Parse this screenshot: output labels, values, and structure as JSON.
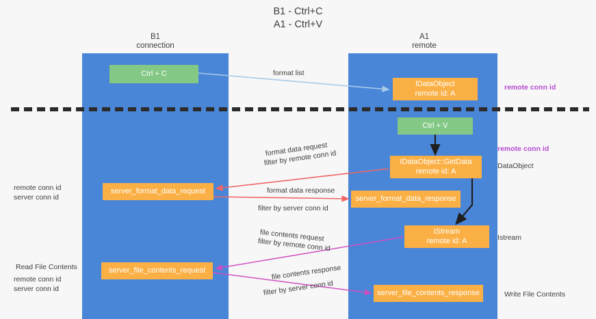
{
  "title": "B1 - Ctrl+C\nA1 - Ctrl+V",
  "columns": {
    "left": "B1\nconnection",
    "right": "A1\nremote"
  },
  "colors": {
    "lane": "#4a86d8",
    "node_green": "#84c885",
    "node_orange": "#fbb045",
    "remote_conn_id": "#b44ad0",
    "server_conn_id": "#7ec07e",
    "server_conn_id_pink": "#c34fb8",
    "arrow_blue": "#a8cbe8",
    "arrow_red": "#ef6565",
    "arrow_pink": "#cf4fc0",
    "arrow_black": "#1f1f1f",
    "divider": "#2b2b2b",
    "background": "#f7f7f7"
  },
  "nodes": {
    "ctrl_c": "Ctrl + C",
    "idataobject": "lDataObject\nremote id: A",
    "ctrl_v": "Ctrl + V",
    "idataobject_getdata": "IDataObject::GetData\nremote id: A",
    "server_format_data_request": "server_format_data_request",
    "server_format_data_response": "server_format_data_response",
    "istream": "IStream\nremote id: A",
    "server_file_contents_request": "server_file_contents_request",
    "server_file_contents_response": "server_file_contents_response"
  },
  "edge_labels": {
    "format_list": "format list",
    "format_data_request": "format data request",
    "filter_by": "filter by ",
    "remote_conn_id": "remote conn id",
    "server_conn_id": "server conn id",
    "format_data_response": "format data response",
    "file_contents_request": "file contents request",
    "file_contents_response": "file contents response"
  },
  "annotations": {
    "remote_conn_id_top": "remote conn id",
    "remote_conn_id_mid": "remote conn id",
    "dataobject": "DataObject",
    "istream": "Istream",
    "write_file_contents": "Write File Contents",
    "read_file_contents": "Read File Contents",
    "legend_remote": "remote conn id",
    "legend_server": "server conn id"
  }
}
